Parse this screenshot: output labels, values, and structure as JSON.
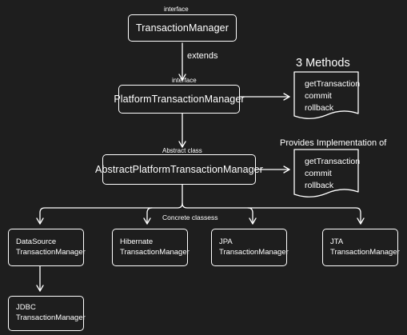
{
  "nodes": {
    "transaction_manager": {
      "stereotype": "interface",
      "label": "TransactionManager"
    },
    "platform_transaction_manager": {
      "stereotype": "interface",
      "label": "PlatformTransactionManager"
    },
    "abstract_platform_transaction_manager": {
      "stereotype": "Abstract class",
      "label": "AbstractPlatformTransactionManager"
    },
    "datasource_transaction_manager": {
      "line1": "DataSource",
      "line2": "TransactionManager"
    },
    "hibernate_transaction_manager": {
      "line1": "Hibernate",
      "line2": "TransactionManager"
    },
    "jpa_transaction_manager": {
      "line1": "JPA",
      "line2": "TransactionManager"
    },
    "jta_transaction_manager": {
      "line1": "JTA",
      "line2": "TransactionManager"
    },
    "jdbc_transaction_manager": {
      "line1": "JDBC",
      "line2": "TransactionManager"
    }
  },
  "edge_labels": {
    "extends": "extends",
    "concrete_classes": "Concrete classess"
  },
  "notes": {
    "methods": {
      "heading": "3 Methods",
      "items": [
        "getTransaction",
        "commit",
        "rollback"
      ]
    },
    "implementation": {
      "heading": "Provides Implementation of",
      "items": [
        "getTransaction",
        "commit",
        "rollback"
      ]
    }
  },
  "colors": {
    "background": "#1e1e1e",
    "stroke": "#ffffff",
    "text": "#ffffff"
  }
}
